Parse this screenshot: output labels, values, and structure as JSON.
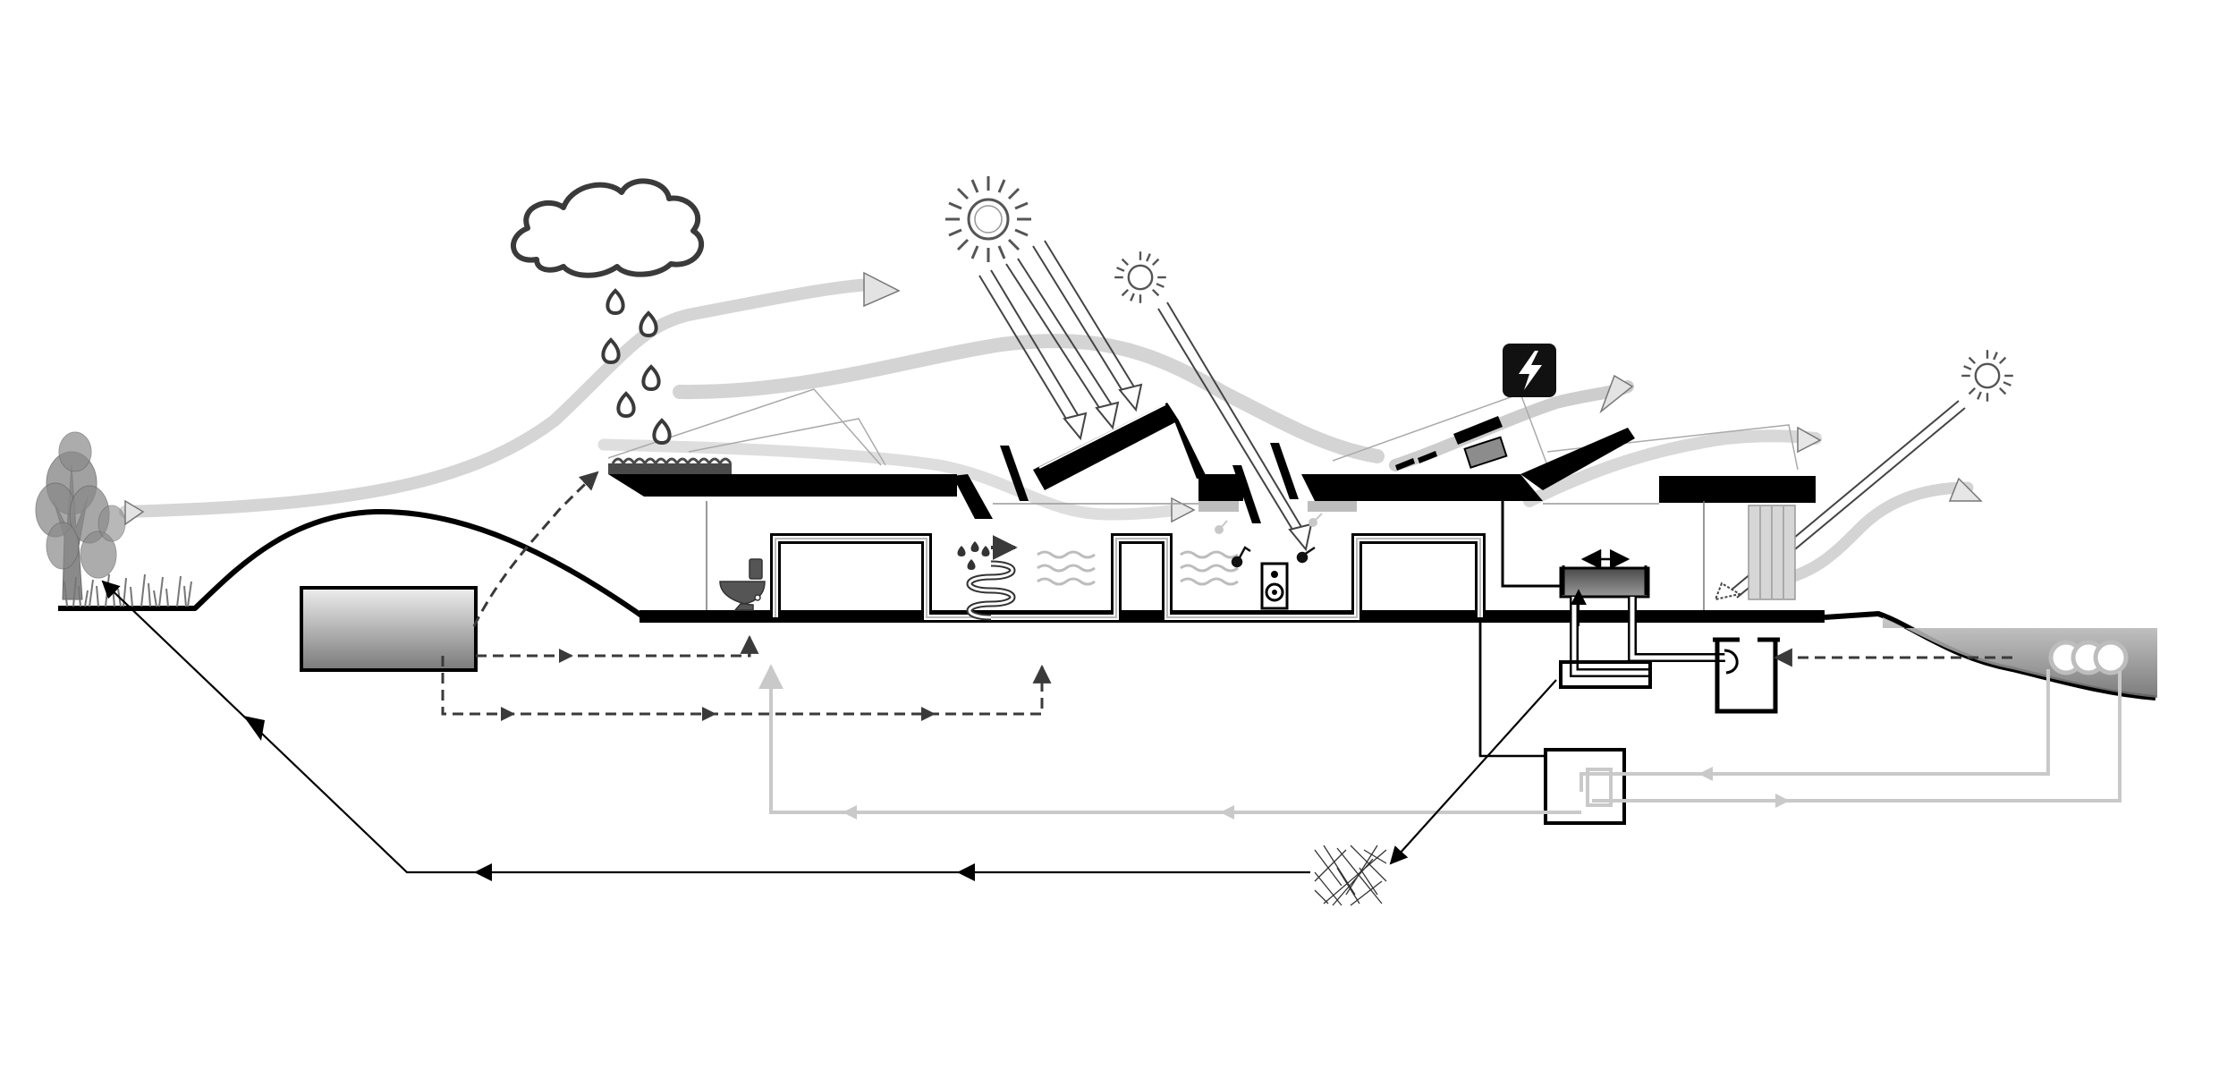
{
  "diagram": {
    "background_color": "#ffffff",
    "colors": {
      "black": "#000000",
      "dark_gray": "#3a3a3a",
      "mid_gray": "#8a8a8a",
      "light_gray": "#c9c9c9",
      "pale_gray": "#e6e6e6"
    },
    "icons": [
      "cloud-icon",
      "rain-drop-icon",
      "sun-icon",
      "lightning-icon",
      "toilet-icon",
      "speaker-icon",
      "music-note-icon",
      "heat-coil-icon",
      "tree-icon",
      "grass-icon",
      "ground-coil-icon",
      "compost-icon",
      "solar-panel-icon",
      "water-tank-icon",
      "heat-pump-icon"
    ],
    "flows": [
      "wind-flow",
      "rainwater-collection",
      "greywater-loop",
      "heating-loop",
      "geothermal-loop",
      "compost-return",
      "solar-rays",
      "ventilation"
    ]
  }
}
